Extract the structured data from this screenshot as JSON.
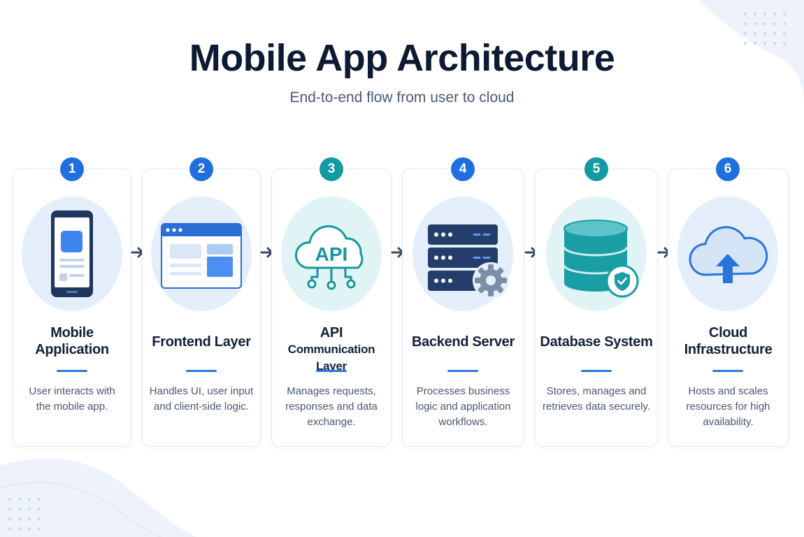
{
  "header": {
    "title": "Mobile App Architecture",
    "subtitle": "End-to-end flow from user to cloud"
  },
  "colors": {
    "blue": "#1f6fde",
    "teal": "#139aa3",
    "navy": "#1e3560",
    "divider": "#2a79d8"
  },
  "steps": [
    {
      "number": "1",
      "icon": "smartphone-icon",
      "title_line1": "Mobile",
      "title_line2": "Application",
      "desc_line1": "User interacts with",
      "desc_line2": "the mobile app.",
      "desc_line3": ""
    },
    {
      "number": "2",
      "icon": "browser-window-icon",
      "title_line1": "Frontend Layer",
      "title_line2": "",
      "desc_line1": "Handles UI, user input",
      "desc_line2": "and client-side logic.",
      "desc_line3": ""
    },
    {
      "number": "3",
      "icon": "api-cloud-icon",
      "icon_text": "API",
      "title_line1": "API",
      "title_line2": "Communication Layer",
      "desc_line1": "Manages requests,",
      "desc_line2": "responses and data",
      "desc_line3": "exchange."
    },
    {
      "number": "4",
      "icon": "server-gear-icon",
      "title_line1": "Backend Server",
      "title_line2": "",
      "desc_line1": "Processes business",
      "desc_line2": "logic and application",
      "desc_line3": "workflows."
    },
    {
      "number": "5",
      "icon": "database-shield-icon",
      "title_line1": "Database System",
      "title_line2": "",
      "desc_line1": "Stores, manages and",
      "desc_line2": "retrieves data securely.",
      "desc_line3": ""
    },
    {
      "number": "6",
      "icon": "cloud-upload-icon",
      "title_line1": "Cloud",
      "title_line2": "Infrastructure",
      "desc_line1": "Hosts and scales",
      "desc_line2": "resources for high",
      "desc_line3": "availability."
    }
  ]
}
